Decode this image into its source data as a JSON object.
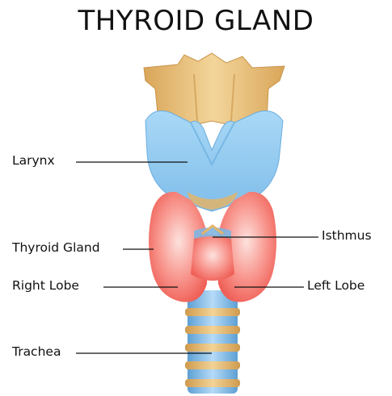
{
  "title": "THYROID GLAND",
  "labels": {
    "larynx": "Larynx",
    "thyroid_gland": "Thyroid Gland",
    "right_lobe": "Right Lobe",
    "trachea": "Trachea",
    "isthmus": "Isthmus",
    "left_lobe": "Left Lobe"
  },
  "colors": {
    "cartilage": "#e8bf7a",
    "larynx": "#8fcaf1",
    "thyroid": "#f5786e",
    "trachea_band": "#7fb5e0",
    "trachea_ring": "#e3b46a"
  }
}
